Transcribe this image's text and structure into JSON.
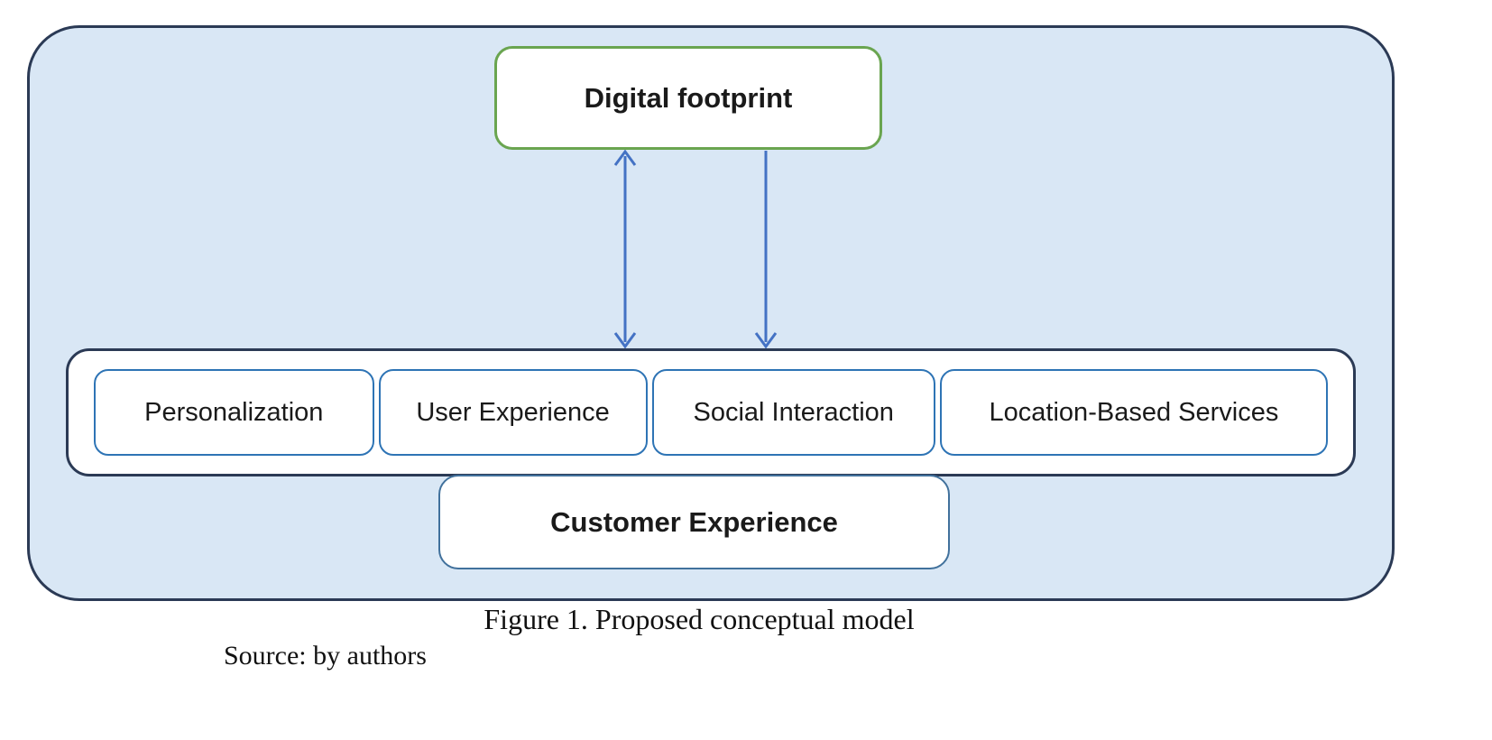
{
  "figure": {
    "caption": "Figure 1. Proposed conceptual model",
    "source": "Source: by authors"
  },
  "diagram": {
    "top_box": {
      "label": "Digital footprint"
    },
    "dimension_boxes": [
      {
        "label": "Personalization"
      },
      {
        "label": "User Experience"
      },
      {
        "label": "Social Interaction"
      },
      {
        "label": "Location-Based Services"
      }
    ],
    "bottom_box": {
      "label": "Customer Experience"
    },
    "arrows": [
      {
        "from": "Digital footprint",
        "to": "dimensions-row",
        "type": "bidirectional"
      },
      {
        "from": "Digital footprint",
        "to": "dimensions-row",
        "type": "down"
      }
    ],
    "colors": {
      "container_fill": "#d9e7f5",
      "container_border": "#2b3a55",
      "top_box_border": "#6aa550",
      "dimension_box_border": "#2e74b5",
      "bottom_box_border": "#41719c",
      "arrow": "#4472c4"
    }
  }
}
